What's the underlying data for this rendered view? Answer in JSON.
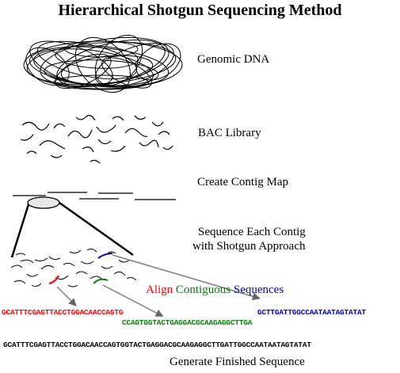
{
  "title": "Hierarchical Shotgun Sequencing Method",
  "steps": {
    "genomic_dna": "Genomic DNA",
    "bac_library": "BAC Library",
    "contig_map": "Create Contig Map",
    "sequence_line1": "Sequence Each Contig",
    "sequence_line2": "with Shotgun Approach"
  },
  "align_caption": {
    "word1": "Align",
    "word2": "Contiguous",
    "word3": "Sequences"
  },
  "sequences": {
    "red": "GCATTTCGAGTTACCTGGACAACCAGTG",
    "green": "CCAGTGGTACTGAGGACGCAAGAGGCTTGA",
    "blue": "GCTTGATTGGCCAATAATAGTATAT",
    "finished": "GCATTTCGAGTTACCTGGACAACCAGTGGTACTGAGGACGCAAGAGGCTTGATTGGCCAATAATAGTATAT"
  },
  "finished_label": "Generate Finished Sequence",
  "colors": {
    "red": "#ff0000",
    "green": "#008000",
    "blue": "#0000cc",
    "gray": "#808080",
    "ink": "#000000"
  }
}
